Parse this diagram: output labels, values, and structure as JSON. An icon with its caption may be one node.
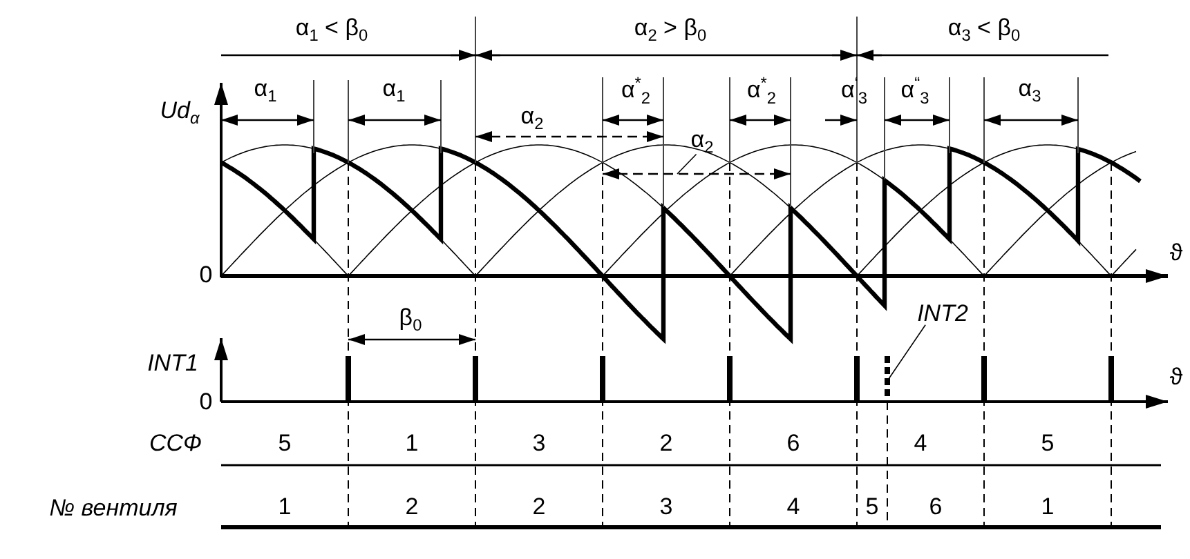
{
  "diagram": {
    "nodes": [
      {
        "text": [
          "INT2"
        ]
      },
      {
        "text": [],
        "shape": "bar"
      },
      {
        "text": [
          "α$_{2}$"
        ]
      }
    ],
    "edges": [
      {
        "from": 0,
        "to": 1,
        "arrow": "none"
      },
      {
        "from": 2,
        "to": null,
        "arrow": "none"
      }
    ],
    "labels": [
      "α$_{1}$ < β$_{0}$",
      "α$_{2}$ > β$_{0}$",
      "α$_{3}$ < β$_{0}$",
      "α$_{1}$",
      "α$_{1}$",
      "α$^{*}$$_{2}$",
      "α$^{*}$$_{2}$",
      "α$^{‘}$$_{3}$",
      "α$^{“}$$_{3}$",
      "α$_{3}$",
      "Ud$_{α}$",
      "α$_{2}$",
      "0",
      "ϑ",
      "β$_{0}$",
      "INT1",
      "0",
      "ϑ",
      "ССФ",
      "5",
      "1",
      "3",
      "2",
      "6",
      "4",
      "5",
      "№ вентиля",
      "1",
      "2",
      "2",
      "3",
      "4",
      "5",
      "6",
      "1"
    ]
  }
}
